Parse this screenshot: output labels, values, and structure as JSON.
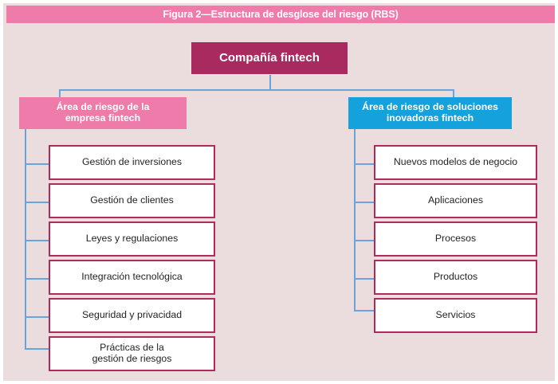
{
  "figure": {
    "title": "Figura 2—Estructura de desglose del riesgo (RBS)",
    "colors": {
      "title_bar": "#ef7bab",
      "background": "#ebdcdd",
      "root_box": "#a92a5f",
      "left_branch_box": "#ef7bab",
      "right_branch_box": "#14a1dc",
      "leaf_border": "#b02a5b",
      "leaf_fill": "#ffffff",
      "connector": "#6ba4d8",
      "text_light": "#ffffff",
      "text_dark": "#231f20"
    }
  },
  "chart_data": {
    "type": "diagram",
    "title": "Figura 2—Estructura de desglose del riesgo (RBS)",
    "root": "Compañía fintech",
    "branches": [
      {
        "label": "Área de riesgo de la empresa fintech",
        "side": "left",
        "color": "#ef7bab",
        "children": [
          "Gestión de inversiones",
          "Gestión de clientes",
          "Leyes y regulaciones",
          "Integración tecnológica",
          "Seguridad y privacidad",
          "Prácticas de la\ngestión de riesgos"
        ]
      },
      {
        "label": "Área de riesgo de soluciones inovadoras fintech",
        "side": "right",
        "color": "#14a1dc",
        "children": [
          "Nuevos modelos de negocio",
          "Aplicaciones",
          "Procesos",
          "Productos",
          "Servicios"
        ]
      }
    ]
  },
  "root": {
    "label": "Compañía fintech"
  },
  "left_branch": {
    "line1": "Área de riesgo de la",
    "line2": "empresa fintech",
    "children": [
      {
        "label": "Gestión de inversiones"
      },
      {
        "label": "Gestión de clientes"
      },
      {
        "label": "Leyes y regulaciones"
      },
      {
        "label": "Integración tecnológica"
      },
      {
        "label": "Seguridad y privacidad"
      },
      {
        "line1": "Prácticas de la",
        "line2": "gestión de riesgos"
      }
    ]
  },
  "right_branch": {
    "line1": "Área de riesgo de soluciones",
    "line2": "inovadoras fintech",
    "children": [
      {
        "label": "Nuevos modelos de negocio"
      },
      {
        "label": "Aplicaciones"
      },
      {
        "label": "Procesos"
      },
      {
        "label": "Productos"
      },
      {
        "label": "Servicios"
      }
    ]
  }
}
